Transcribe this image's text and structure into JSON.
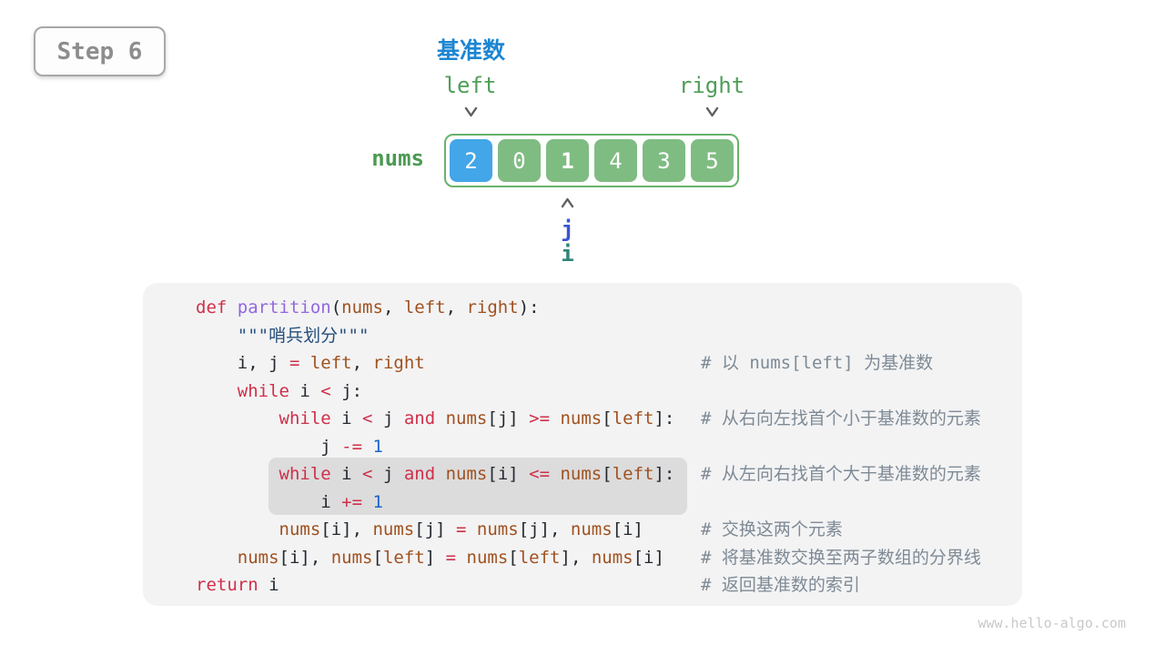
{
  "step_badge": "Step 6",
  "diagram": {
    "pivot_label": "基准数",
    "left_label": "left",
    "right_label": "right",
    "array_label": "nums",
    "j_label": "j",
    "i_label": "i",
    "cells": [
      {
        "value": "2",
        "role": "pivot",
        "emph": false
      },
      {
        "value": "0",
        "role": "element",
        "emph": false
      },
      {
        "value": "1",
        "role": "element",
        "emph": true
      },
      {
        "value": "4",
        "role": "element",
        "emph": false
      },
      {
        "value": "3",
        "role": "element",
        "emph": false
      },
      {
        "value": "5",
        "role": "element",
        "emph": false
      }
    ]
  },
  "colors": {
    "pivot_cell": "#43a6e8",
    "element_cell": "#7fbc82",
    "array_border": "#67b36b",
    "pivot_title_blue": "#1d86d2",
    "pointer_green": "#4f9e57",
    "j_blue": "#3a55d0",
    "i_teal": "#2f8579",
    "code_keyword": "#cf3049",
    "code_function": "#9368dc",
    "code_variable": "#a0511f",
    "code_number": "#1a66c9",
    "code_string": "#27507b",
    "code_comment": "#7e8a95",
    "highlight_bg": "#dcdcdd",
    "panel_bg": "#f3f3f4"
  },
  "code": {
    "lines": [
      [
        {
          "c": "k",
          "t": "def "
        },
        {
          "c": "f",
          "t": "partition"
        },
        {
          "c": "p",
          "t": "("
        },
        {
          "c": "v",
          "t": "nums"
        },
        {
          "c": "p",
          "t": ", "
        },
        {
          "c": "v",
          "t": "left"
        },
        {
          "c": "p",
          "t": ", "
        },
        {
          "c": "v",
          "t": "right"
        },
        {
          "c": "p",
          "t": "):"
        }
      ],
      [
        {
          "c": "p",
          "t": "    "
        },
        {
          "c": "s",
          "t": "\"\"\"哨兵划分\"\"\""
        }
      ],
      [
        {
          "c": "p",
          "t": "    i, j "
        },
        {
          "c": "k",
          "t": "="
        },
        {
          "c": "p",
          "t": " "
        },
        {
          "c": "v",
          "t": "left"
        },
        {
          "c": "p",
          "t": ", "
        },
        {
          "c": "v",
          "t": "right"
        }
      ],
      [
        {
          "c": "p",
          "t": "    "
        },
        {
          "c": "k",
          "t": "while"
        },
        {
          "c": "p",
          "t": " i "
        },
        {
          "c": "k",
          "t": "<"
        },
        {
          "c": "p",
          "t": " j:"
        }
      ],
      [
        {
          "c": "p",
          "t": "        "
        },
        {
          "c": "k",
          "t": "while"
        },
        {
          "c": "p",
          "t": " i "
        },
        {
          "c": "k",
          "t": "<"
        },
        {
          "c": "p",
          "t": " j "
        },
        {
          "c": "k",
          "t": "and"
        },
        {
          "c": "p",
          "t": " "
        },
        {
          "c": "v",
          "t": "nums"
        },
        {
          "c": "p",
          "t": "[j] "
        },
        {
          "c": "k",
          "t": ">="
        },
        {
          "c": "p",
          "t": " "
        },
        {
          "c": "v",
          "t": "nums"
        },
        {
          "c": "p",
          "t": "["
        },
        {
          "c": "v",
          "t": "left"
        },
        {
          "c": "p",
          "t": "]:"
        }
      ],
      [
        {
          "c": "p",
          "t": "            j "
        },
        {
          "c": "k",
          "t": "-="
        },
        {
          "c": "p",
          "t": " "
        },
        {
          "c": "n",
          "t": "1"
        }
      ],
      [
        {
          "c": "p",
          "t": "        "
        },
        {
          "c": "k",
          "t": "while"
        },
        {
          "c": "p",
          "t": " i "
        },
        {
          "c": "k",
          "t": "<"
        },
        {
          "c": "p",
          "t": " j "
        },
        {
          "c": "k",
          "t": "and"
        },
        {
          "c": "p",
          "t": " "
        },
        {
          "c": "v",
          "t": "nums"
        },
        {
          "c": "p",
          "t": "[i] "
        },
        {
          "c": "k",
          "t": "<="
        },
        {
          "c": "p",
          "t": " "
        },
        {
          "c": "v",
          "t": "nums"
        },
        {
          "c": "p",
          "t": "["
        },
        {
          "c": "v",
          "t": "left"
        },
        {
          "c": "p",
          "t": "]:"
        }
      ],
      [
        {
          "c": "p",
          "t": "            i "
        },
        {
          "c": "k",
          "t": "+="
        },
        {
          "c": "p",
          "t": " "
        },
        {
          "c": "n",
          "t": "1"
        }
      ],
      [
        {
          "c": "p",
          "t": "        "
        },
        {
          "c": "v",
          "t": "nums"
        },
        {
          "c": "p",
          "t": "[i], "
        },
        {
          "c": "v",
          "t": "nums"
        },
        {
          "c": "p",
          "t": "[j] "
        },
        {
          "c": "k",
          "t": "="
        },
        {
          "c": "p",
          "t": " "
        },
        {
          "c": "v",
          "t": "nums"
        },
        {
          "c": "p",
          "t": "[j], "
        },
        {
          "c": "v",
          "t": "nums"
        },
        {
          "c": "p",
          "t": "[i]"
        }
      ],
      [
        {
          "c": "p",
          "t": "    "
        },
        {
          "c": "v",
          "t": "nums"
        },
        {
          "c": "p",
          "t": "[i], "
        },
        {
          "c": "v",
          "t": "nums"
        },
        {
          "c": "p",
          "t": "["
        },
        {
          "c": "v",
          "t": "left"
        },
        {
          "c": "p",
          "t": "] "
        },
        {
          "c": "k",
          "t": "="
        },
        {
          "c": "p",
          "t": " "
        },
        {
          "c": "v",
          "t": "nums"
        },
        {
          "c": "p",
          "t": "["
        },
        {
          "c": "v",
          "t": "left"
        },
        {
          "c": "p",
          "t": "], "
        },
        {
          "c": "v",
          "t": "nums"
        },
        {
          "c": "p",
          "t": "[i]"
        }
      ],
      [
        {
          "c": "k",
          "t": "return"
        },
        {
          "c": "p",
          "t": " i"
        }
      ]
    ],
    "comments": [
      "",
      "",
      "# 以 nums[left] 为基准数",
      "",
      "# 从右向左找首个小于基准数的元素",
      "",
      "# 从左向右找首个大于基准数的元素",
      "",
      "# 交换这两个元素",
      "# 将基准数交换至两子数组的分界线",
      "# 返回基准数的索引"
    ],
    "highlighted_lines": [
      7,
      8
    ]
  },
  "watermark": "www.hello-algo.com"
}
